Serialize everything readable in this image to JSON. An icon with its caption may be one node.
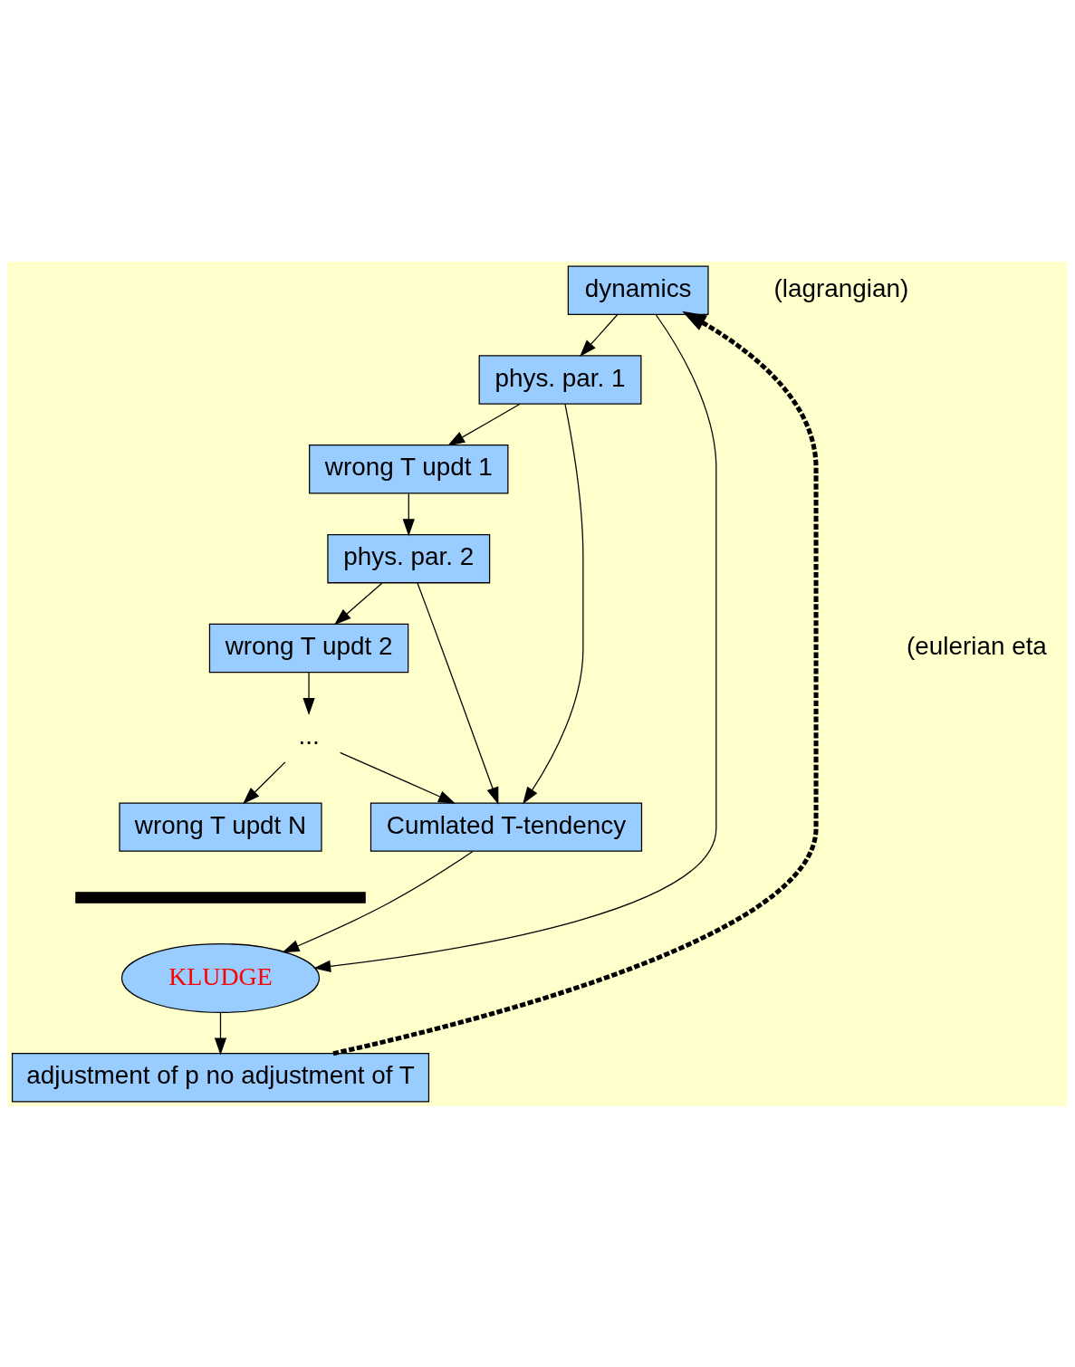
{
  "diagram": {
    "nodes": [
      {
        "text": [
          "dynamics"
        ]
      },
      {
        "text": [
          "phys. par. 1"
        ]
      },
      {
        "text": [
          "wrong T updt 1"
        ]
      },
      {
        "text": [
          "phys. par. 2"
        ]
      },
      {
        "text": [
          "wrong T updt 2"
        ]
      },
      {
        "text": [
          "..."
        ]
      },
      {
        "text": [
          "wrong T updt N"
        ]
      },
      {
        "text": [],
        "shape": "bar"
      },
      {
        "text": [
          "Cumlated T-tendency"
        ]
      },
      {
        "text": [
          "KLUDGE"
        ]
      },
      {
        "text": [
          "adjustment of p no adjustment of T"
        ]
      }
    ],
    "edges": [
      {
        "from": 0,
        "to": 1,
        "arrow": "to"
      },
      {
        "from": 0,
        "to": 9,
        "arrow": "to"
      },
      {
        "from": 1,
        "to": 2,
        "arrow": "to"
      },
      {
        "from": 1,
        "to": 8,
        "arrow": "to"
      },
      {
        "from": 2,
        "to": 3,
        "arrow": "to"
      },
      {
        "from": 3,
        "to": 4,
        "arrow": "to"
      },
      {
        "from": 3,
        "to": 8,
        "arrow": "to"
      },
      {
        "from": 4,
        "to": 5,
        "arrow": "to"
      },
      {
        "from": 5,
        "to": 6,
        "arrow": "to"
      },
      {
        "from": 5,
        "to": 8,
        "arrow": "to"
      },
      {
        "from": 8,
        "to": 9,
        "arrow": "to"
      },
      {
        "from": 9,
        "to": 10,
        "arrow": "to"
      },
      {
        "from": 10,
        "to": 0,
        "arrow": "to",
        "style": "dashed"
      }
    ],
    "labels": [
      "(lagrangian)",
      "(eulerian eta"
    ]
  }
}
